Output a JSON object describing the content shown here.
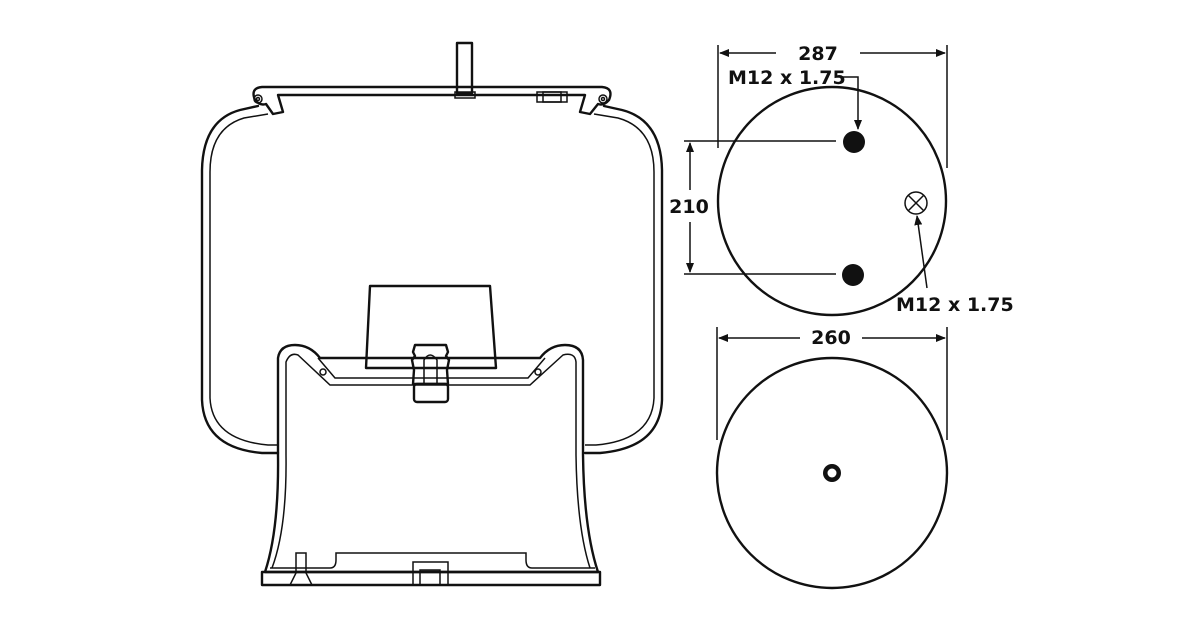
{
  "drawing": {
    "top_view": {
      "width_dimension": "287",
      "hole_spacing_dimension": "210",
      "stud_thread_label": "M12 x 1.75",
      "air_fitting_label": "M12 x 1.75"
    },
    "bottom_view": {
      "width_dimension": "260"
    }
  },
  "colors": {
    "line": "#111111",
    "background": "#ffffff"
  }
}
